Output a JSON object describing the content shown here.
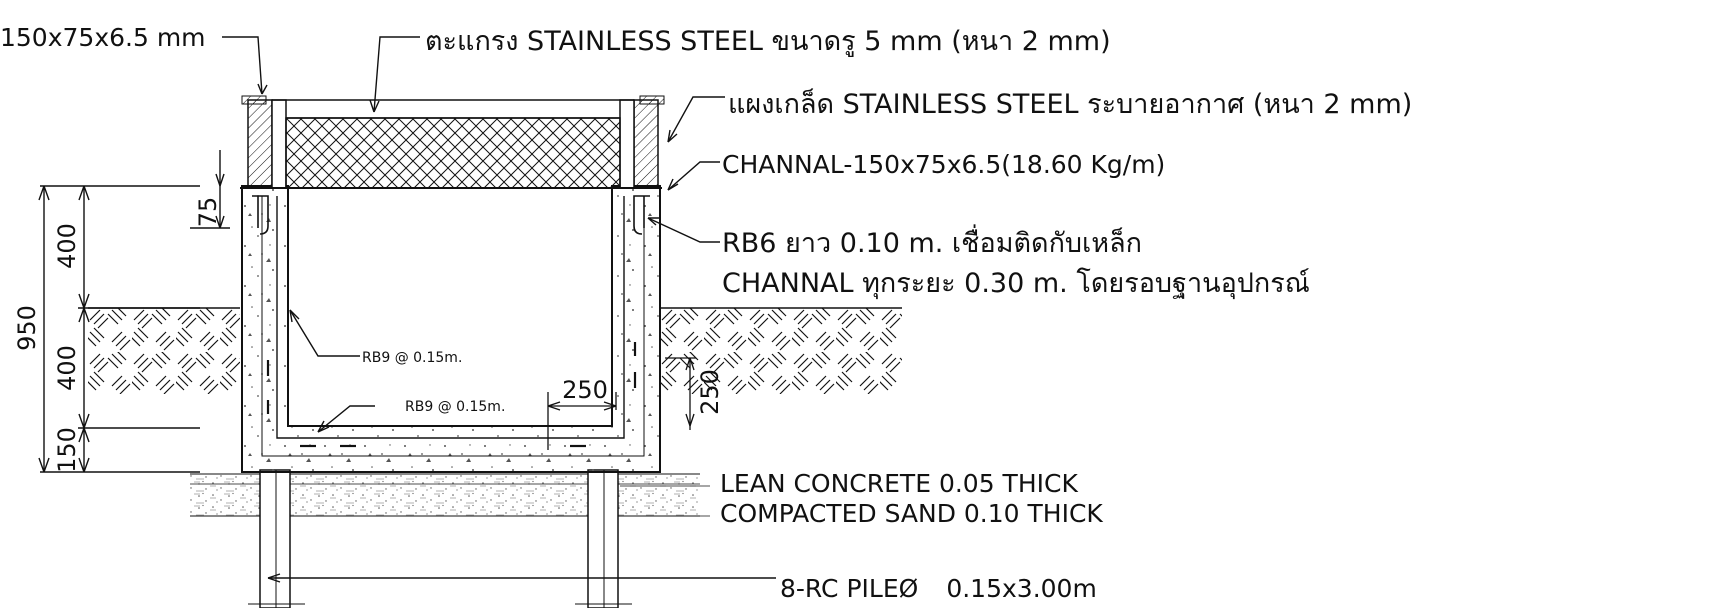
{
  "labels": {
    "channel_top": "150x75x6.5 mm",
    "grating": "ตะแกรง STAINLESS STEEL ขนาดรู 5 mm (หนา 2 mm)",
    "louver": "แผงเกล็ด STAINLESS STEEL ระบายอากาศ (หนา 2 mm)",
    "channel_side": "CHANNAL-150x75x6.5(18.60 Kg/m)",
    "rb6_line1": "RB6 ยาว 0.10 m. เชื่อมติดกับเหล็ก",
    "rb6_line2": "CHANNAL ทุกระยะ 0.30 m. โดยรอบฐานอุปกรณ์",
    "rebar_wall": "RB9 @ 0.15m.",
    "rebar_slab": "RB9 @ 0.15m.",
    "lean_concrete": "LEAN CONCRETE 0.05 THICK",
    "compacted_sand": "COMPACTED SAND 0.10 THICK",
    "pile_prefix": "8-RC PILE",
    "pile_symbol": "Ø",
    "pile_size": "0.15x3.00m"
  },
  "dimensions": {
    "d75": "75",
    "d400_upper": "400",
    "d950": "950",
    "d400_lower": "400",
    "d150": "150",
    "d250_h": "250",
    "d250_v": "250"
  },
  "colors": {
    "line": "#111111",
    "background": "#ffffff",
    "concrete_speck": "#555555"
  }
}
